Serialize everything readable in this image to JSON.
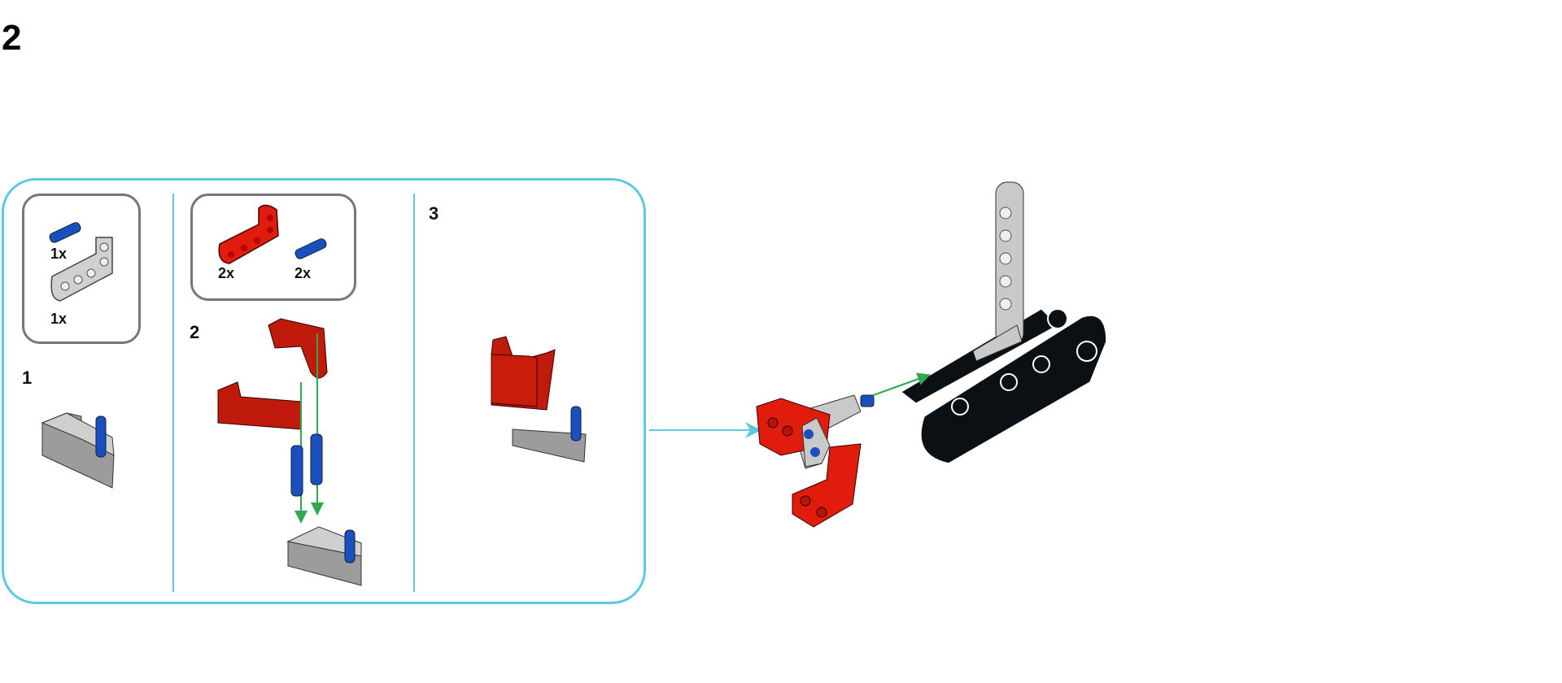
{
  "page": {
    "number": "2"
  },
  "panel": {
    "callouts": [
      {
        "parts": [
          {
            "name": "blue-pin",
            "qty": "1x"
          },
          {
            "name": "gray-l-beam",
            "qty": "1x"
          }
        ]
      },
      {
        "parts": [
          {
            "name": "red-l-beam",
            "qty": "2x"
          },
          {
            "name": "blue-pin",
            "qty": "2x"
          }
        ]
      }
    ],
    "steps": [
      {
        "number": "1"
      },
      {
        "number": "2"
      },
      {
        "number": "3"
      }
    ]
  },
  "colors": {
    "frame": "#5ec8e0",
    "red": "#d42010",
    "gray": "#a8a8a8",
    "blue": "#1a4fc0",
    "black": "#0b1014",
    "arrow_green": "#2fa84f"
  }
}
